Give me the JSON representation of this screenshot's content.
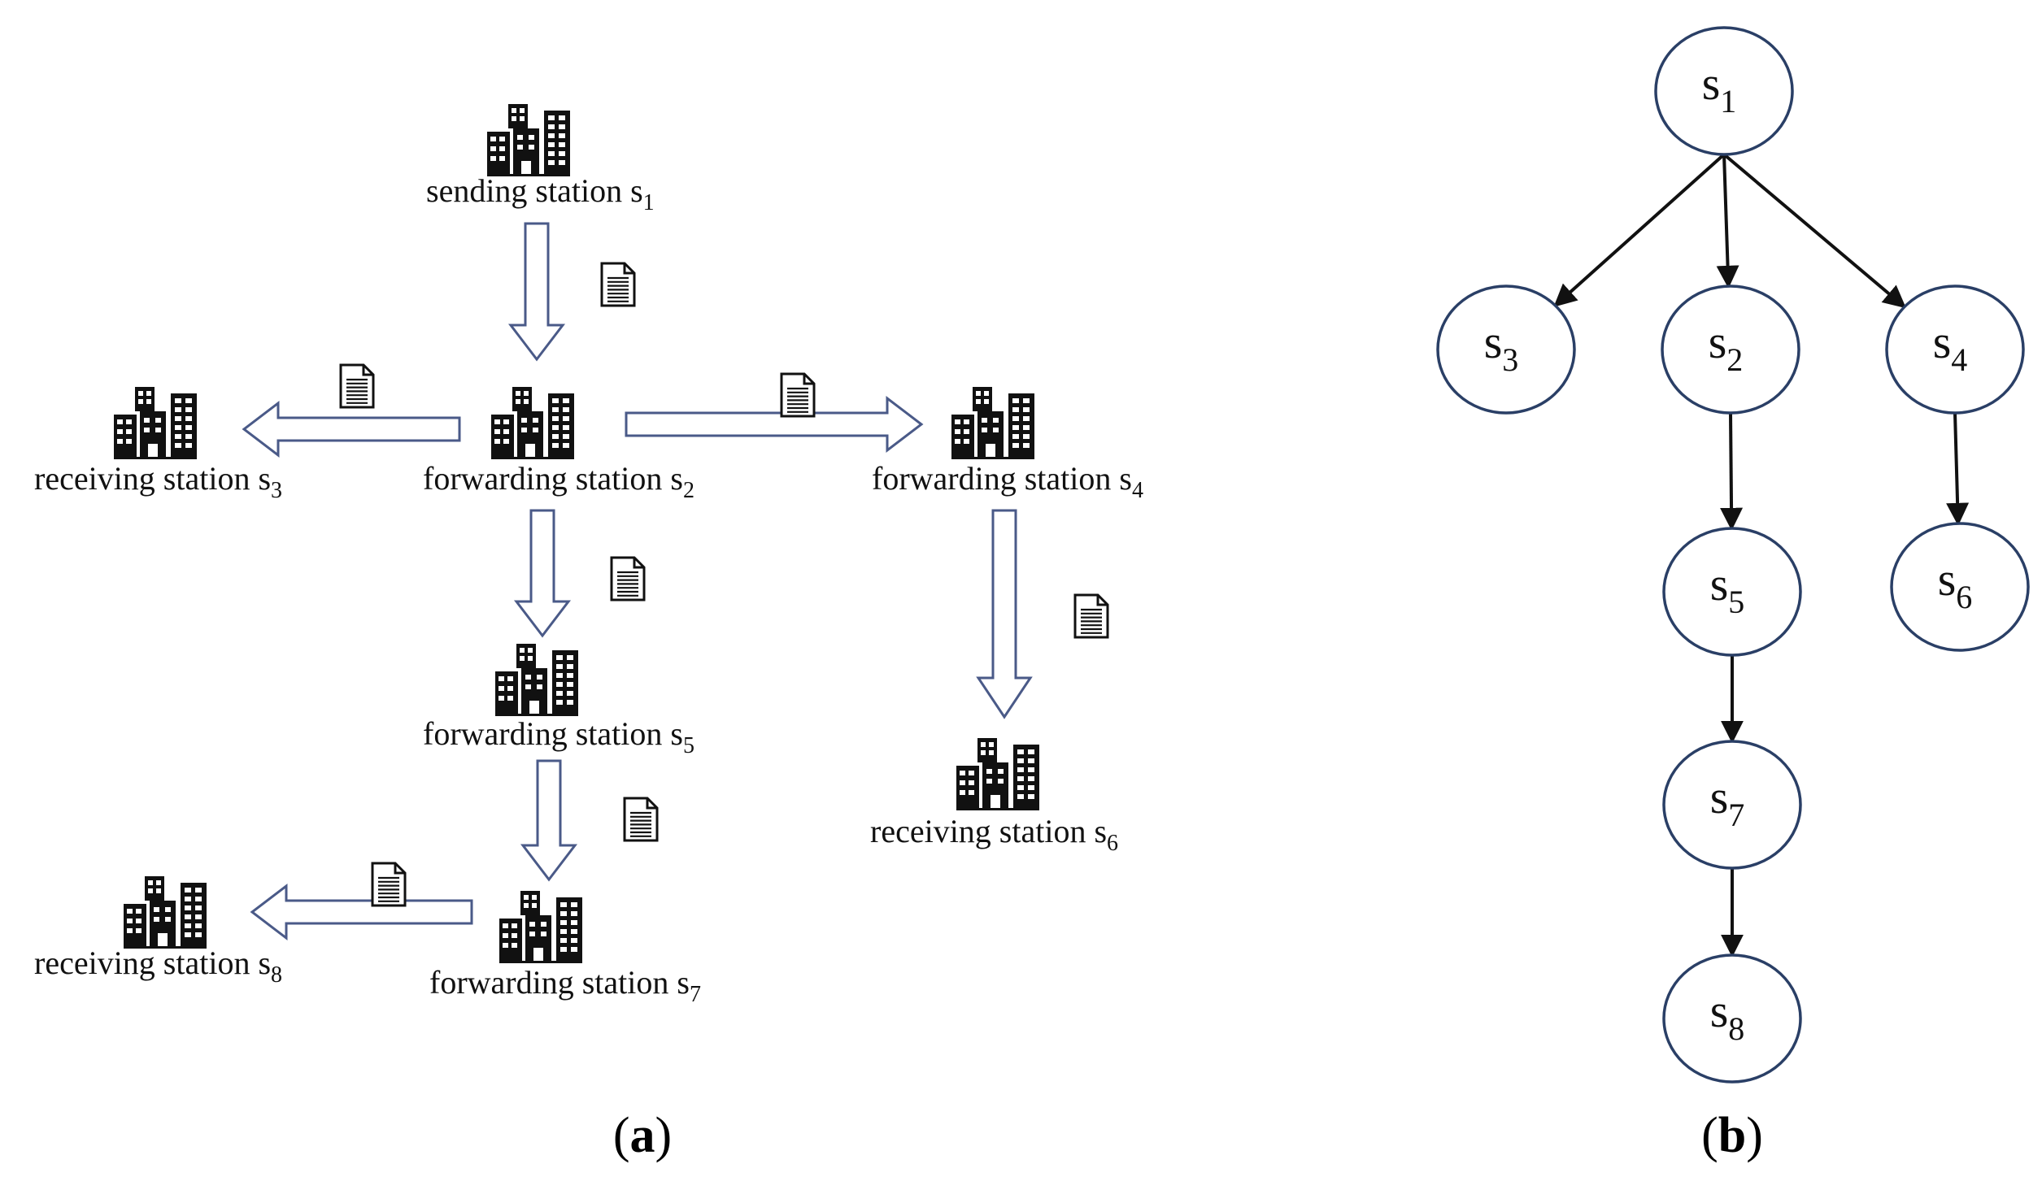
{
  "colors": {
    "arrow_outline": "#4a5a88",
    "node_outline": "#2a3f66",
    "building": "#111111",
    "text": "#111111"
  },
  "panel_a": {
    "label_open": "(",
    "label_letter": "a",
    "label_close": ")",
    "stations": [
      {
        "id": "s1",
        "prefix": "sending station s",
        "sub": "1",
        "icon": "building-icon"
      },
      {
        "id": "s2",
        "prefix": "forwarding station s",
        "sub": "2",
        "icon": "building-icon"
      },
      {
        "id": "s3",
        "prefix": "receiving station s",
        "sub": "3",
        "icon": "building-icon"
      },
      {
        "id": "s4",
        "prefix": "forwarding station s",
        "sub": "4",
        "icon": "building-icon"
      },
      {
        "id": "s5",
        "prefix": "forwarding station s",
        "sub": "5",
        "icon": "building-icon"
      },
      {
        "id": "s6",
        "prefix": "receiving station s",
        "sub": "6",
        "icon": "building-icon"
      },
      {
        "id": "s7",
        "prefix": "forwarding station s",
        "sub": "7",
        "icon": "building-icon"
      },
      {
        "id": "s8",
        "prefix": "receiving station s",
        "sub": "8",
        "icon": "building-icon"
      }
    ],
    "transfers": [
      {
        "from": "s1",
        "to": "s2",
        "icon": "document-icon"
      },
      {
        "from": "s2",
        "to": "s3",
        "icon": "document-icon"
      },
      {
        "from": "s2",
        "to": "s4",
        "icon": "document-icon"
      },
      {
        "from": "s2",
        "to": "s5",
        "icon": "document-icon"
      },
      {
        "from": "s4",
        "to": "s6",
        "icon": "document-icon"
      },
      {
        "from": "s5",
        "to": "s7",
        "icon": "document-icon"
      },
      {
        "from": "s7",
        "to": "s8",
        "icon": "document-icon"
      }
    ]
  },
  "panel_b": {
    "label_open": "(",
    "label_letter": "b",
    "label_close": ")",
    "nodes": [
      {
        "id": "s1",
        "letter": "s",
        "sub": "1"
      },
      {
        "id": "s3",
        "letter": "s",
        "sub": "3"
      },
      {
        "id": "s2",
        "letter": "s",
        "sub": "2"
      },
      {
        "id": "s4",
        "letter": "s",
        "sub": "4"
      },
      {
        "id": "s5",
        "letter": "s",
        "sub": "5"
      },
      {
        "id": "s6",
        "letter": "s",
        "sub": "6"
      },
      {
        "id": "s7",
        "letter": "s",
        "sub": "7"
      },
      {
        "id": "s8",
        "letter": "s",
        "sub": "8"
      }
    ],
    "edges": [
      {
        "from": "s1",
        "to": "s3"
      },
      {
        "from": "s1",
        "to": "s2"
      },
      {
        "from": "s1",
        "to": "s4"
      },
      {
        "from": "s2",
        "to": "s5"
      },
      {
        "from": "s4",
        "to": "s6"
      },
      {
        "from": "s5",
        "to": "s7"
      },
      {
        "from": "s7",
        "to": "s8"
      }
    ]
  }
}
